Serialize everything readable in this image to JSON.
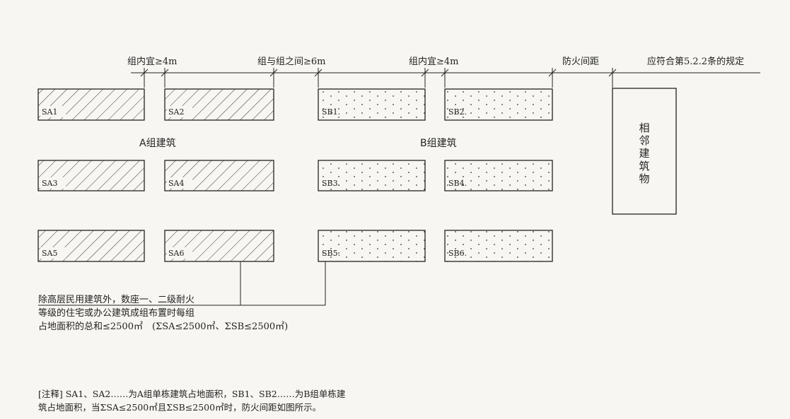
{
  "dimensions": {
    "within_group_a": "组内宜≥4m",
    "between_groups": "组与组之间≥6m",
    "within_group_b": "组内宜≥4m",
    "fire_spacing": "防火间距",
    "compliance": "应符合第5.2.2条的规定"
  },
  "group_a_label": "A组建筑",
  "group_b_label": "B组建筑",
  "group_a_buildings": [
    "SA1",
    "SA2",
    "SA3",
    "SA4",
    "SA5",
    "SA6"
  ],
  "group_b_buildings": [
    "SB1.",
    "SB2.",
    "SB3.",
    "SB4.",
    "SB5.",
    "SB6."
  ],
  "adjacent_building": "相邻建筑物",
  "callout": {
    "line1": "除高层民用建筑外，数座一、二级耐火",
    "line2": "等级的住宅或办公建筑成组布置时每组",
    "line3": "占地面积的总和≤2500㎡　(ΣSA≤2500㎡、ΣSB≤2500㎡)"
  },
  "note": {
    "line1": "[注释] SA1、SA2……为A组单栋建筑占地面积，SB1、SB2……为B组单栋建",
    "line2": "筑占地面积，当ΣSA≤2500㎡且ΣSB≤2500㎡时，防火间距如图所示。"
  }
}
